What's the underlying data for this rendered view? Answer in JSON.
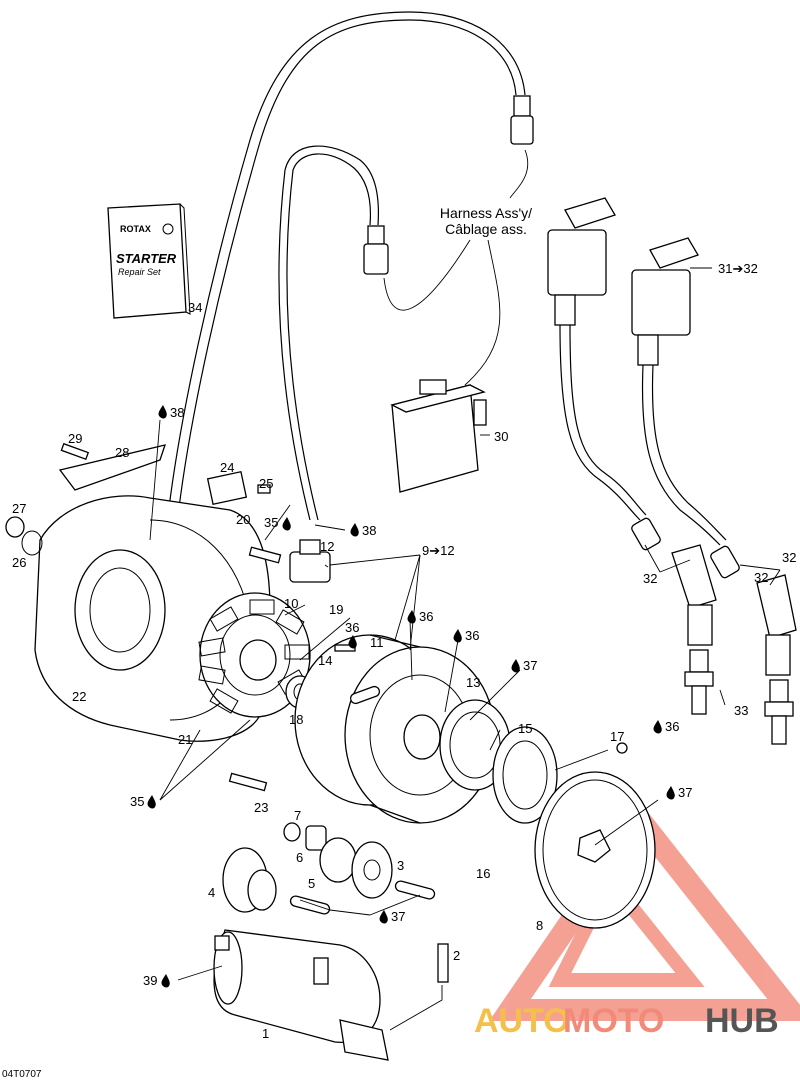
{
  "diagram": {
    "harness_label_line1": "Harness Ass'y/",
    "harness_label_line2": "Câblage ass.",
    "manual_brand": "ROTAX",
    "manual_title": "STARTER",
    "manual_subtitle": "Repair Set",
    "figure_code": "04T0707",
    "callouts": {
      "c1": "1",
      "c2": "2",
      "c3": "3",
      "c4": "4",
      "c5": "5",
      "c6": "6",
      "c7": "7",
      "c8": "8",
      "c9_12": "9➔12",
      "c10": "10",
      "c11": "11",
      "c12": "12",
      "c13": "13",
      "c14": "14",
      "c15": "15",
      "c16": "16",
      "c17": "17",
      "c18": "18",
      "c19": "19",
      "c20": "20",
      "c21": "21",
      "c22": "22",
      "c23": "23",
      "c24": "24",
      "c25": "25",
      "c26": "26",
      "c27": "27",
      "c28": "28",
      "c29": "29",
      "c30": "30",
      "c31_32": "31➔32",
      "c32a": "32",
      "c32b": "32",
      "c32c": "32",
      "c33": "33",
      "c34": "34",
      "c35a": "35",
      "c35b": "35",
      "c36a": "36",
      "c36b": "36",
      "c36c": "36",
      "c36d": "36",
      "c37a": "37",
      "c37b": "37",
      "c37c": "37",
      "c38a": "38",
      "c38b": "38",
      "c39": "39"
    }
  },
  "watermark": {
    "part1": "AUTO",
    "part2": "MOTO",
    "part3": "HUB",
    "color_primary": "#f28a7a",
    "color_accent": "#f5c04a",
    "color_dark": "#555555"
  }
}
